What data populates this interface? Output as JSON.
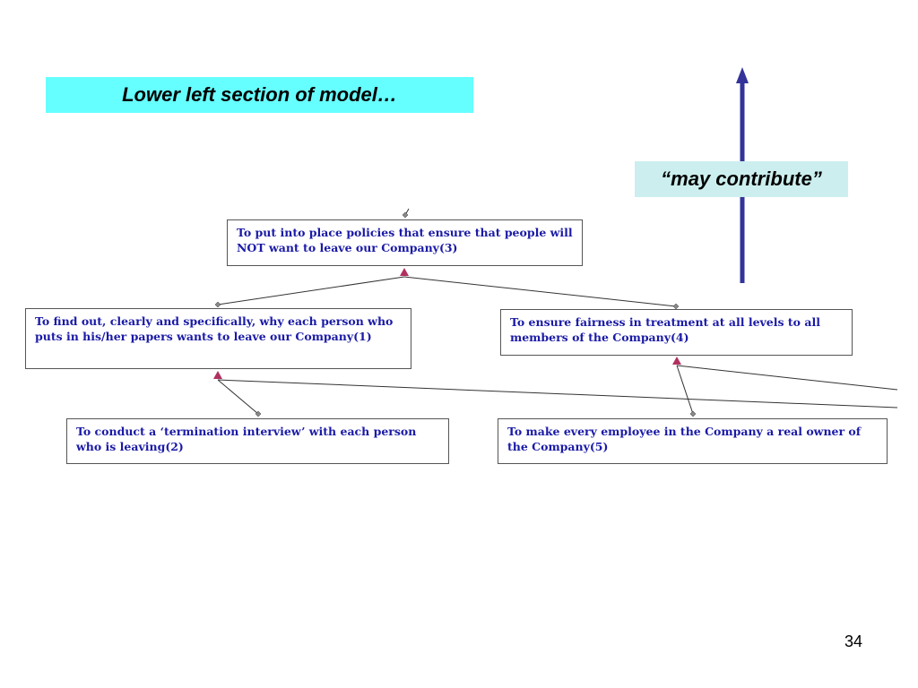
{
  "slide": {
    "title": "Lower left section of model…",
    "legend_label": "“may contribute”",
    "page_number": "34"
  },
  "nodes": {
    "n3": "To put into place policies that ensure that people will NOT want to leave our Company(3)",
    "n1": "To find out, clearly and specifically, why each person who puts in his/her papers wants to leave our Company(1)",
    "n4": "To ensure fairness in treatment at all levels to all members of the Company(4)",
    "n2": "To conduct a ‘termination interview’ with each person who is leaving(2)",
    "n5": "To make every employee in the Company a real owner of the Company(5)"
  },
  "colors": {
    "title_bg": "#66ffff",
    "legend_bg": "#cceeee",
    "arrow": "#333399",
    "node_text": "#1a1aa6",
    "triangle": "#b03060"
  }
}
